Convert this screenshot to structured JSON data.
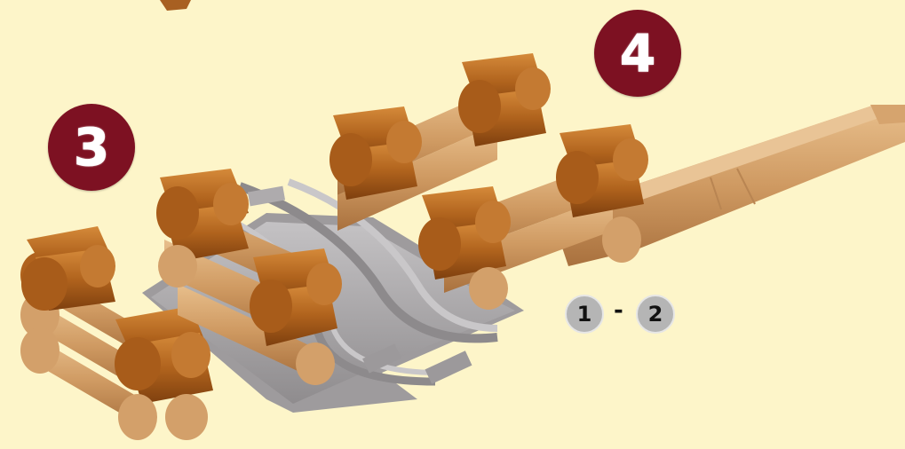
{
  "steps": {
    "step_a": "3",
    "step_b": "4"
  },
  "substeps": {
    "from": "1",
    "separator": "-",
    "to": "2"
  },
  "colors": {
    "background": "#fdf5c9",
    "badge": "#7d1122",
    "substep_badge": "#b5b5b5",
    "log_dark": "#b3651f",
    "log_light": "#d9a874",
    "track": "#a7a4a6"
  }
}
